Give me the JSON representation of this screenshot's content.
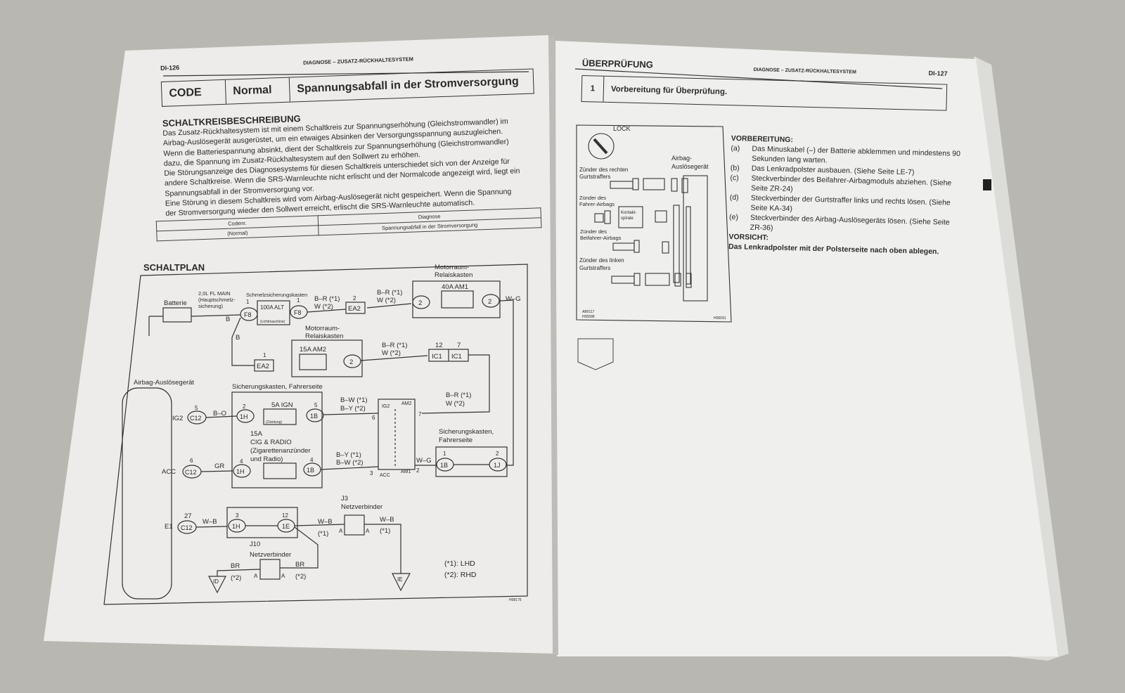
{
  "left_page": {
    "page_number": "DI-126",
    "running_header": "DIAGNOSE  –  ZUSATZ-RÜCKHALTESYSTEM",
    "code_box": {
      "code_label": "CODE",
      "code_value": "Normal",
      "title": "Spannungsabfall in der Stromversorgung"
    },
    "section_title": "SCHALTKREISBESCHREIBUNG",
    "paragraph_lines": [
      "Das Zusatz-Rückhaltesystem ist mit einem Schaltkreis zur Spannungserhöhung (Gleichstromwandler) im",
      "Airbag-Auslösegerät ausgerüstet, um ein etwaiges Absinken der Versorgungsspannung auszugleichen.",
      "Wenn die Batteriespannung absinkt, dient der Schaltkreis zur Spannungserhöhung (Gleichstromwandler)",
      "dazu, die Spannung im Zusatz-Rückhaltesystem auf den Sollwert zu erhöhen.",
      "Die Störungsanzeige des Diagnosesystems für diesen Schaltkreis unterschiedet sich von der Anzeige für",
      "andere Schaltkreise. Wenn die SRS-Warnleuchte nicht erlischt und der Normalcode angezeigt wird, liegt ein",
      "Spannungsabfall in der Stromversorgung vor.",
      "Eine Störung in diesem Schaltkreis wird vom Airbag-Auslösegerät nicht gespeichert. Wenn die Spannung",
      "der Stromversorgung wieder den Sollwert erreicht, erlischt die SRS-Warnleuchte automatisch."
    ],
    "table": {
      "headers": [
        "Codenr.",
        "Diagnose"
      ],
      "rows": [
        [
          "(Normal)",
          "Spannungsabfall in der Stromversorgung"
        ]
      ]
    },
    "schematic": {
      "title": "SCHALTPLAN",
      "labels": {
        "batterie": "Batterie",
        "main_fuse_1": "2,0L FL MAIN",
        "main_fuse_2": "(Hauptschmelz-",
        "main_fuse_3": "sicherung)",
        "schmelz": "Schmelzsicherungskasten",
        "alt": "100A ALT",
        "licht": "(Lichtmaschine)",
        "f8": "F8",
        "b": "B",
        "one": "1",
        "two": "2",
        "br1": "B–R (*1)",
        "w2": "W (*2)",
        "ea2": "EA2",
        "motor1": "Motorraum-",
        "motor2": "Relaiskasten",
        "am1": "40A AM1",
        "wg": "W–G",
        "am2fuse": "15A AM2",
        "ic1": "IC1",
        "twelve": "12",
        "seven": "7",
        "airbag": "Airbag-Auslösegerät",
        "sich_fahrer": "Sicherungskasten, Fahrerseite",
        "ig2": "IG2",
        "c12": "C12",
        "five": "5",
        "bo": "B–O",
        "h1": "1H",
        "b1": "1B",
        "ign": "5A IGN",
        "zuend": "(Zündung)",
        "bw1": "B–W (*1)",
        "by2": "B–Y (*2)",
        "by1": "B–Y (*1)",
        "bw2": "B–W (*2)",
        "six": "6",
        "three": "3",
        "four": "4",
        "acc": "ACC",
        "am1sw": "AM1",
        "am2sw": "AM2",
        "cig1": "15A",
        "cig2": "CIG & RADIO",
        "cig3": "(Zigarettenanzünder",
        "cig4": "und Radio)",
        "gr": "GR",
        "sich_f1": "Sicherungskasten,",
        "sich_f2": "Fahrerseite",
        "j1": "1J",
        "e1": "E1",
        "n27": "27",
        "wb": "W–B",
        "e1c": "1E",
        "j10": "J10",
        "j3": "J3",
        "netz": "Netzverbinder",
        "a": "A",
        "p1": "(*1)",
        "p2": "(*2)",
        "brw": "BR",
        "id": "ID",
        "ie": "IE",
        "lhd": "(*1): LHD",
        "rhd": "(*2): RHD",
        "fig": "H08175"
      }
    }
  },
  "right_page": {
    "page_number": "DI-127",
    "running_header": "DIAGNOSE  –  ZUSATZ-RÜCKHALTESYSTEM",
    "title": "ÜBERPRÜFUNG",
    "step": {
      "number": "1",
      "title": "Vorbereitung für Überprüfung."
    },
    "figure": {
      "lock": "LOCK",
      "airbag_unit_1": "Airbag-",
      "airbag_unit_2": "Auslösegerät",
      "right_pt_1": "Zünder des rechten",
      "right_pt_2": "Gurtstraffers",
      "driver_1": "Zünder des",
      "driver_2": "Fahrer-Airbags",
      "spiral_1": "Kontakt-",
      "spiral_2": "spirale",
      "pass_1": "Zünder des",
      "pass_2": "Beifahrer-Airbags",
      "left_pt_1": "Zünder des linken",
      "left_pt_2": "Gurtstraffers",
      "code_1": "AB0117",
      "code_2": "H05588",
      "code_3": "H06091"
    },
    "preparation_title": "VORBEREITUNG:",
    "preparation": [
      {
        "key": "(a)",
        "text": "Das Minuskabel (–) der Batterie abklemmen und mindestens 90 Sekunden lang warten."
      },
      {
        "key": "(b)",
        "text": "Das Lenkradpolster ausbauen. (Siehe Seite LE-7)"
      },
      {
        "key": "(c)",
        "text": "Steckverbinder des Beifahrer-Airbagmoduls abziehen. (Siehe Seite ZR-24)"
      },
      {
        "key": "(d)",
        "text": "Steckverbinder der Gurtstraffer links und rechts lösen. (Siehe Seite KA-34)"
      },
      {
        "key": "(e)",
        "text": "Steckverbinder des Airbag-Auslösegeräts lösen. (Siehe Seite ZR-36)"
      }
    ],
    "caution_title": "VORSICHT:",
    "caution_text": "Das Lenkradpolster mit der Polsterseite nach oben ablegen."
  }
}
